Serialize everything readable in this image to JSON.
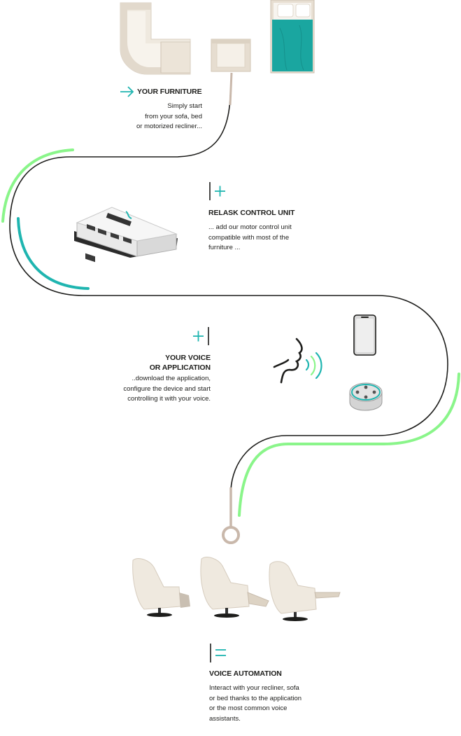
{
  "steps": [
    {
      "title": "YOUR FURNITURE",
      "desc_lines": [
        "Simply start",
        "from your sofa, bed",
        "or motorized recliner..."
      ]
    },
    {
      "title": "RELASK CONTROL UNIT",
      "desc_lines": [
        "... add our motor control unit",
        "compatible with most of the",
        "furniture ..."
      ]
    },
    {
      "title_lines": [
        "YOUR VOICE",
        "OR APPLICATION"
      ],
      "desc_lines": [
        "..download the application,",
        "configure the device and start",
        "controlling it with your voice."
      ]
    },
    {
      "title": "VOICE AUTOMATION",
      "desc_lines": [
        "Interact with your recliner, sofa",
        "or bed thanks to the application",
        "or the most common voice",
        "assistants."
      ]
    }
  ],
  "colors": {
    "teal": "#1fb5b0",
    "green": "#8af58a",
    "dark_line": "#1d1d1b",
    "cord": "#c9b8ab",
    "furniture": "#efe9df",
    "bed_cover": "#1aa6a0"
  },
  "icons": [
    "arrow-right-icon",
    "plus-icon",
    "equals-icon",
    "sofa-icon",
    "armchair-icon",
    "bed-icon",
    "control-unit-icon",
    "smartphone-icon",
    "smart-speaker-icon",
    "voice-icon",
    "recliner-icon"
  ]
}
